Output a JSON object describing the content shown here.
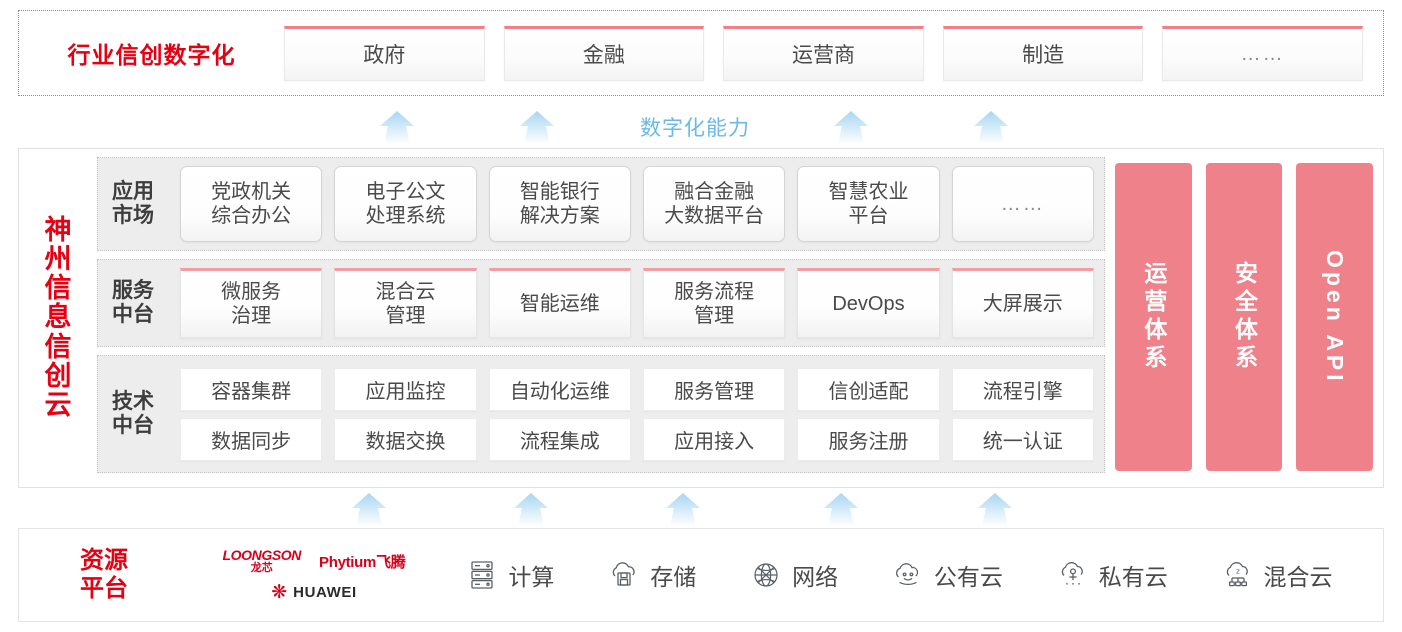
{
  "industry": {
    "title": "行业信创数字化",
    "boxes": [
      {
        "label": "政府"
      },
      {
        "label": "金融"
      },
      {
        "label": "运营商"
      },
      {
        "label": "制造"
      },
      {
        "label": "……"
      }
    ]
  },
  "capability_label": "数字化能力",
  "cloud": {
    "vertical_title": [
      "神",
      "州",
      "信",
      "息",
      "信",
      "创",
      "云"
    ],
    "layers": [
      {
        "name": "app-market",
        "label": [
          "应用",
          "市场"
        ],
        "cells": [
          {
            "lines": [
              "党政机关",
              "综合办公"
            ]
          },
          {
            "lines": [
              "电子公文",
              "处理系统"
            ]
          },
          {
            "lines": [
              "智能银行",
              "解决方案"
            ]
          },
          {
            "lines": [
              "融合金融",
              "大数据平台"
            ]
          },
          {
            "lines": [
              "智慧农业",
              "平台"
            ]
          },
          {
            "lines": [
              "……"
            ],
            "dots": true
          }
        ]
      },
      {
        "name": "service-platform",
        "label": [
          "服务",
          "中台"
        ],
        "cells": [
          {
            "lines": [
              "微服务",
              "治理"
            ]
          },
          {
            "lines": [
              "混合云",
              "管理"
            ]
          },
          {
            "lines": [
              "智能运维"
            ]
          },
          {
            "lines": [
              "服务流程",
              "管理"
            ]
          },
          {
            "lines": [
              "DevOps"
            ]
          },
          {
            "lines": [
              "大屏展示"
            ]
          }
        ]
      },
      {
        "name": "tech-platform",
        "label": [
          "技术",
          "中台"
        ],
        "rows": [
          [
            "容器集群",
            "应用监控",
            "自动化运维",
            "服务管理",
            "信创适配",
            "流程引擎"
          ],
          [
            "数据同步",
            "数据交换",
            "流程集成",
            "应用接入",
            "服务注册",
            "统一认证"
          ]
        ]
      }
    ],
    "side_bars": [
      {
        "text": "运营体系",
        "latin": false
      },
      {
        "text": "安全体系",
        "latin": false
      },
      {
        "text": "Open API",
        "latin": true
      }
    ]
  },
  "resource": {
    "title": [
      "资源",
      "平台"
    ],
    "logos": {
      "loongson_en": "LOONGSON",
      "loongson_cn": "龙芯",
      "phytium": "Phytium飞腾",
      "huawei": "HUAWEI"
    },
    "items": [
      {
        "icon": "server-icon",
        "label": "计算"
      },
      {
        "icon": "cloud-storage-icon",
        "label": "存储"
      },
      {
        "icon": "network-globe-icon",
        "label": "网络"
      },
      {
        "icon": "public-cloud-icon",
        "label": "公有云"
      },
      {
        "icon": "private-cloud-icon",
        "label": "私有云"
      },
      {
        "icon": "hybrid-cloud-icon",
        "label": "混合云"
      }
    ]
  },
  "arrows": {
    "upper_count": 4,
    "lower_count": 5,
    "color": "#bfe0f5"
  },
  "colors": {
    "brand_red": "#e60012",
    "accent_pink": "#ee8189",
    "accent_blue": "#6cb8e8",
    "panel_gray": "#ededed"
  }
}
